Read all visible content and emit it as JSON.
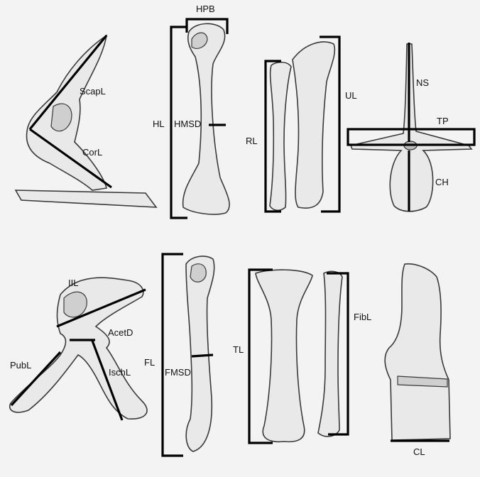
{
  "labels": {
    "scapl": "ScapL",
    "corl": "CorL",
    "hpb": "HPB",
    "hl": "HL",
    "hmsd": "HMSD",
    "rl": "RL",
    "ul": "UL",
    "ns": "NS",
    "tp": "TP",
    "ch": "CH",
    "iil": "IIL",
    "acetd": "AcetD",
    "publ": "PubL",
    "ischl": "IschL",
    "fl": "FL",
    "fmsd": "FMSD",
    "tl": "TL",
    "fibl": "FibL",
    "cl": "CL"
  }
}
